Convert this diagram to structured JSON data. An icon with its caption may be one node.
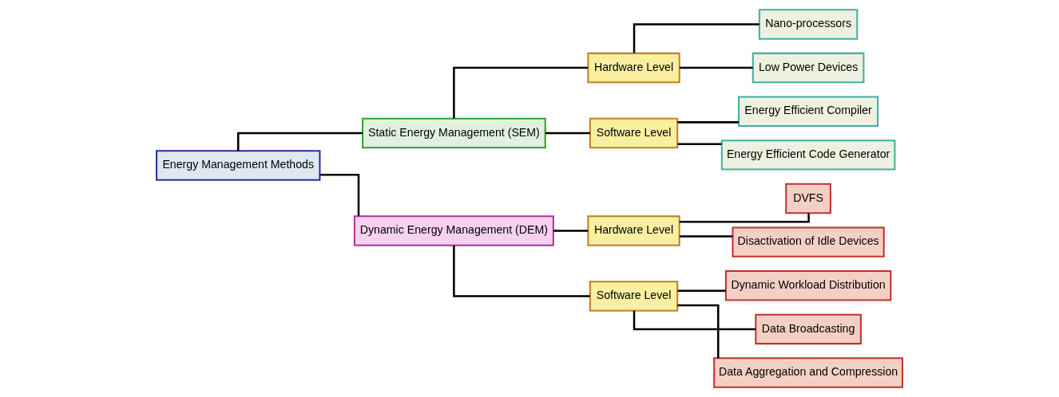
{
  "diagram": {
    "nodes": [
      {
        "text": [
          "Energy Management Methods"
        ]
      },
      {
        "text": [
          "Static Energy Management (SEM)"
        ]
      },
      {
        "text": [
          "Hardware Level"
        ]
      },
      {
        "text": [
          "Nano-processors"
        ]
      },
      {
        "text": [
          "Low Power Devices"
        ]
      },
      {
        "text": [
          "Software Level"
        ]
      },
      {
        "text": [
          "Energy Efficient Compiler"
        ]
      },
      {
        "text": [
          "Energy Efficient Code Generator"
        ]
      },
      {
        "text": [
          "Dynamic Energy Management (DEM)"
        ]
      },
      {
        "text": [
          "Hardware Level"
        ]
      },
      {
        "text": [
          "DVFS"
        ]
      },
      {
        "text": [
          "Disactivation of Idle Devices"
        ]
      },
      {
        "text": [
          "Software Level"
        ]
      },
      {
        "text": [
          "Dynamic Workload Distribution"
        ]
      },
      {
        "text": [
          "Data Broadcasting"
        ]
      },
      {
        "text": [
          "Data Aggregation and Compression"
        ]
      }
    ],
    "edges": [
      {
        "from": 0,
        "to": 1,
        "arrow": "none"
      },
      {
        "from": 0,
        "to": 8,
        "arrow": "none"
      },
      {
        "from": 1,
        "to": 2,
        "arrow": "none"
      },
      {
        "from": 1,
        "to": 5,
        "arrow": "none"
      },
      {
        "from": 2,
        "to": 3,
        "arrow": "none"
      },
      {
        "from": 2,
        "to": 4,
        "arrow": "none"
      },
      {
        "from": 5,
        "to": 6,
        "arrow": "none"
      },
      {
        "from": 5,
        "to": 7,
        "arrow": "none"
      },
      {
        "from": 8,
        "to": 9,
        "arrow": "none"
      },
      {
        "from": 8,
        "to": 12,
        "arrow": "none"
      },
      {
        "from": 9,
        "to": 10,
        "arrow": "none"
      },
      {
        "from": 9,
        "to": 11,
        "arrow": "none"
      },
      {
        "from": 12,
        "to": 13,
        "arrow": "none"
      },
      {
        "from": 12,
        "to": 14,
        "arrow": "none"
      },
      {
        "from": 12,
        "to": 15,
        "arrow": "none"
      }
    ]
  }
}
